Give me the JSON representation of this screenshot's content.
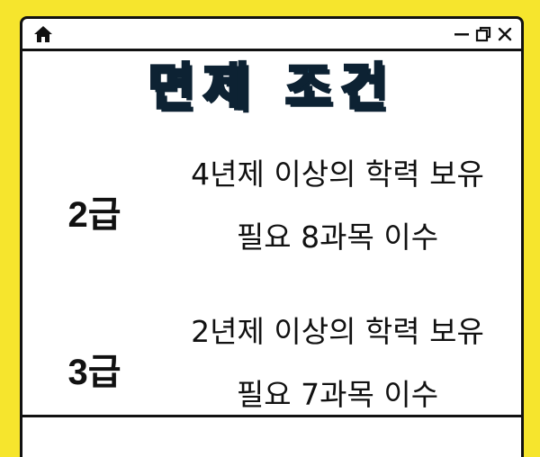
{
  "window": {
    "icons": {
      "home": "home-icon",
      "minimize": "minimize-icon",
      "restore": "restore-icon",
      "close": "close-icon"
    }
  },
  "heading": "면제 조건",
  "grades": [
    {
      "grade": "2급",
      "requirements": [
        "4년제 이상의 학력 보유",
        "필요 8과목 이수"
      ]
    },
    {
      "grade": "3급",
      "requirements": [
        "2년제 이상의 학력 보유",
        "필요 7과목 이수"
      ]
    }
  ],
  "colors": {
    "background": "#f6e52d",
    "heading_fill": "#3ec3ee",
    "heading_outline": "#0d2233",
    "window": "#ffffff",
    "border": "#111111"
  }
}
